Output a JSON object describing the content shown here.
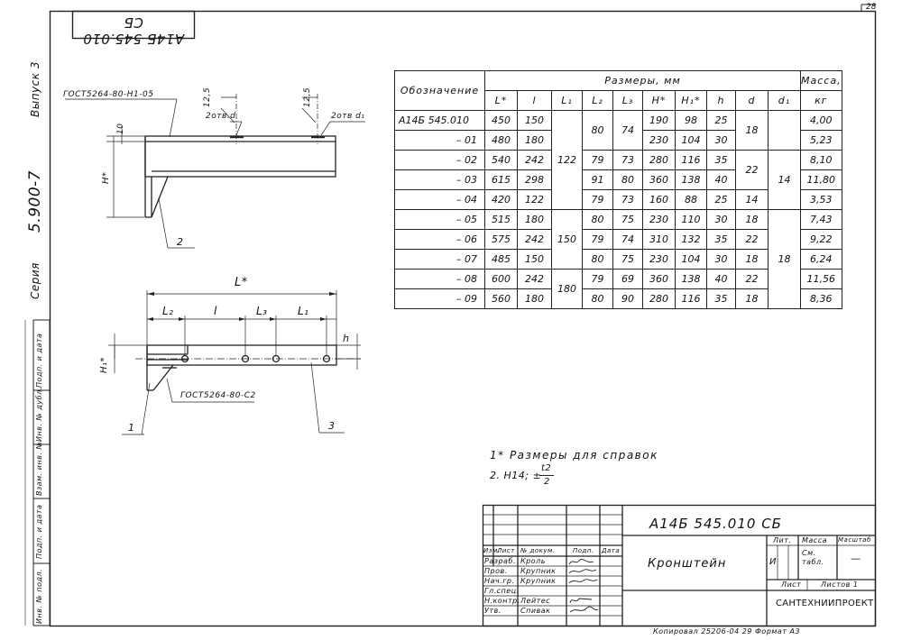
{
  "sheet": {
    "page_number": "28",
    "top_code": "А14Б 545.010 СБ",
    "side_release": "Выпуск 3",
    "side_series_code": "5.900-7",
    "side_series_label": "Серия",
    "side_fields": [
      "Инв. № подл.",
      "Подп. и дата",
      "Взам. инв. №",
      "Инв. № дубл.",
      "Подп. и дата"
    ],
    "copied_note": "Копировал 25206-04   29   Формат А3"
  },
  "drawing": {
    "top_view": {
      "gost_label": "ГОСТ5264-80-Н1-05",
      "holes_d": "2отв.d",
      "holes_d1": "2отв d₁",
      "dim_12_5_a": "12,5",
      "dim_12_5_b": "12,5",
      "dim_10": "10",
      "dim_H": "Н*",
      "callout_2": "2"
    },
    "bottom_view": {
      "dim_L": "L*",
      "dim_L2": "L₂",
      "dim_l": "l",
      "dim_L3": "L₃",
      "dim_L1": "L₁",
      "dim_h": "h",
      "dim_H1": "Н₁*",
      "gost_label": "ГОСТ5264-80-С2",
      "callout_1": "1",
      "callout_3": "3"
    }
  },
  "table": {
    "col_designation": "Обозначение",
    "group_header": "Размеры, мм",
    "col_mass": "Масса,",
    "mass_unit": "кг",
    "columns": [
      "L*",
      "l",
      "L₁",
      "L₂",
      "L₃",
      "Н*",
      "Н₁*",
      "h",
      "d",
      "d₁"
    ],
    "rows": [
      {
        "name": "А14Б 545.010",
        "L": "450",
        "l": "150",
        "H": "190",
        "H1": "98",
        "h": "25",
        "mass": "4,00"
      },
      {
        "name": "– 01",
        "L": "480",
        "l": "180",
        "H": "230",
        "H1": "104",
        "h": "30",
        "mass": "5,23"
      },
      {
        "name": "– 02",
        "L": "540",
        "l": "242",
        "L2": "79",
        "L3": "73",
        "H": "280",
        "H1": "116",
        "h": "35",
        "mass": "8,10"
      },
      {
        "name": "– 03",
        "L": "615",
        "l": "298",
        "L2": "91",
        "L3": "80",
        "H": "360",
        "H1": "138",
        "h": "40",
        "mass": "11,80"
      },
      {
        "name": "– 04",
        "L": "420",
        "l": "122",
        "L2": "79",
        "L3": "73",
        "H": "160",
        "H1": "88",
        "h": "25",
        "d": "14",
        "mass": "3,53"
      },
      {
        "name": "– 05",
        "L": "515",
        "l": "180",
        "L2": "80",
        "L3": "75",
        "H": "230",
        "H1": "110",
        "h": "30",
        "d": "18",
        "mass": "7,43"
      },
      {
        "name": "– 06",
        "L": "575",
        "l": "242",
        "L2": "79",
        "L3": "74",
        "H": "310",
        "H1": "132",
        "h": "35",
        "d": "22",
        "mass": "9,22"
      },
      {
        "name": "– 07",
        "L": "485",
        "l": "150",
        "L2": "80",
        "L3": "75",
        "H": "230",
        "H1": "104",
        "h": "30",
        "d": "18",
        "mass": "6,24"
      },
      {
        "name": "– 08",
        "L": "600",
        "l": "242",
        "L2": "79",
        "L3": "69",
        "H": "360",
        "H1": "138",
        "h": "40",
        "d": "22",
        "mass": "11,56"
      },
      {
        "name": "– 09",
        "L": "560",
        "l": "180",
        "L2": "80",
        "L3": "90",
        "H": "280",
        "H1": "116",
        "h": "35",
        "d": "18",
        "mass": "8,36"
      }
    ],
    "merged": {
      "L2_rows01": "80",
      "L3_rows01": "74",
      "d_rows01": "18",
      "d_rows23": "22",
      "L1_rows04": "122",
      "L1_rows57": "150",
      "L1_rows89": "180",
      "d1_rows24": "14",
      "d1_rows59": "18"
    }
  },
  "notes": {
    "note1": "1* Размеры для справок",
    "note2_prefix": "2. Н14; ±",
    "note2_num": "t2",
    "note2_den": "2"
  },
  "stamp": {
    "code": "А14Б 545.010 СБ",
    "title": "Кронштейн",
    "organization": "САНТЕХНИИПРОЕКТ",
    "lit_label": "Лит.",
    "lit_value": "И",
    "mass_label": "Масса",
    "mass_value": "См. табл.",
    "scale_label": "Масштаб",
    "scale_value": "—",
    "sheet_label": "Лист",
    "sheets_label": "Листов 1",
    "header_row": [
      "Изм.",
      "Лист",
      "№ докум.",
      "Подп.",
      "Дата"
    ],
    "people": [
      {
        "role": "Разраб.",
        "name": "Кроль"
      },
      {
        "role": "Пров.",
        "name": "Крупник"
      },
      {
        "role": "Нач.гр.",
        "name": "Крупник"
      },
      {
        "role": "Гл.спец.",
        "name": ""
      },
      {
        "role": "Н.контр.",
        "name": "Лейтес"
      },
      {
        "role": "Утв.",
        "name": "Спивак"
      }
    ]
  }
}
